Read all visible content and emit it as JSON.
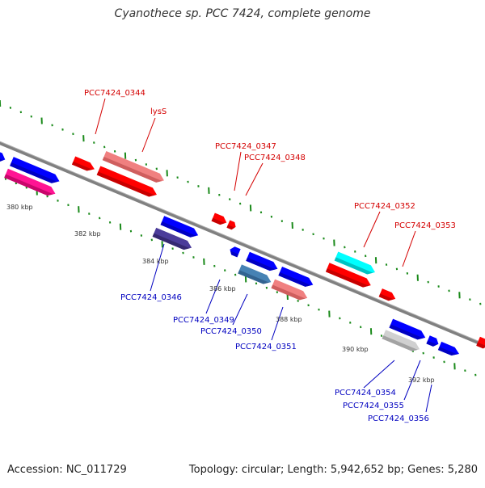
{
  "title": "Cyanothece sp. PCC 7424, complete genome",
  "footer": {
    "accession": "Accession: NC_011729",
    "summary": "Topology: circular; Length: 5,942,652 bp; Genes: 5,280"
  },
  "colors": {
    "backbone": "#808080",
    "tick": "#1a8a1a",
    "label_top": "#d40000",
    "label_bottom": "#0000c0"
  },
  "scale_labels": [
    "380 kbp",
    "382 kbp",
    "384 kbp",
    "386 kbp",
    "388 kbp",
    "390 kbp",
    "392 kbp"
  ],
  "top_labels": [
    "PCC7424_0344",
    "lysS",
    "PCC7424_0347",
    "PCC7424_0348",
    "PCC7424_0352",
    "PCC7424_0353"
  ],
  "bottom_labels": [
    "PCC7424_0346",
    "PCC7424_0349",
    "PCC7424_0350",
    "PCC7424_0351",
    "PCC7424_0354",
    "PCC7424_0355",
    "PCC7424_0356"
  ],
  "gene_colors": [
    "blue",
    "magenta",
    "red",
    "light-red",
    "dark-slate-blue",
    "steel-blue",
    "cyan",
    "gray"
  ]
}
